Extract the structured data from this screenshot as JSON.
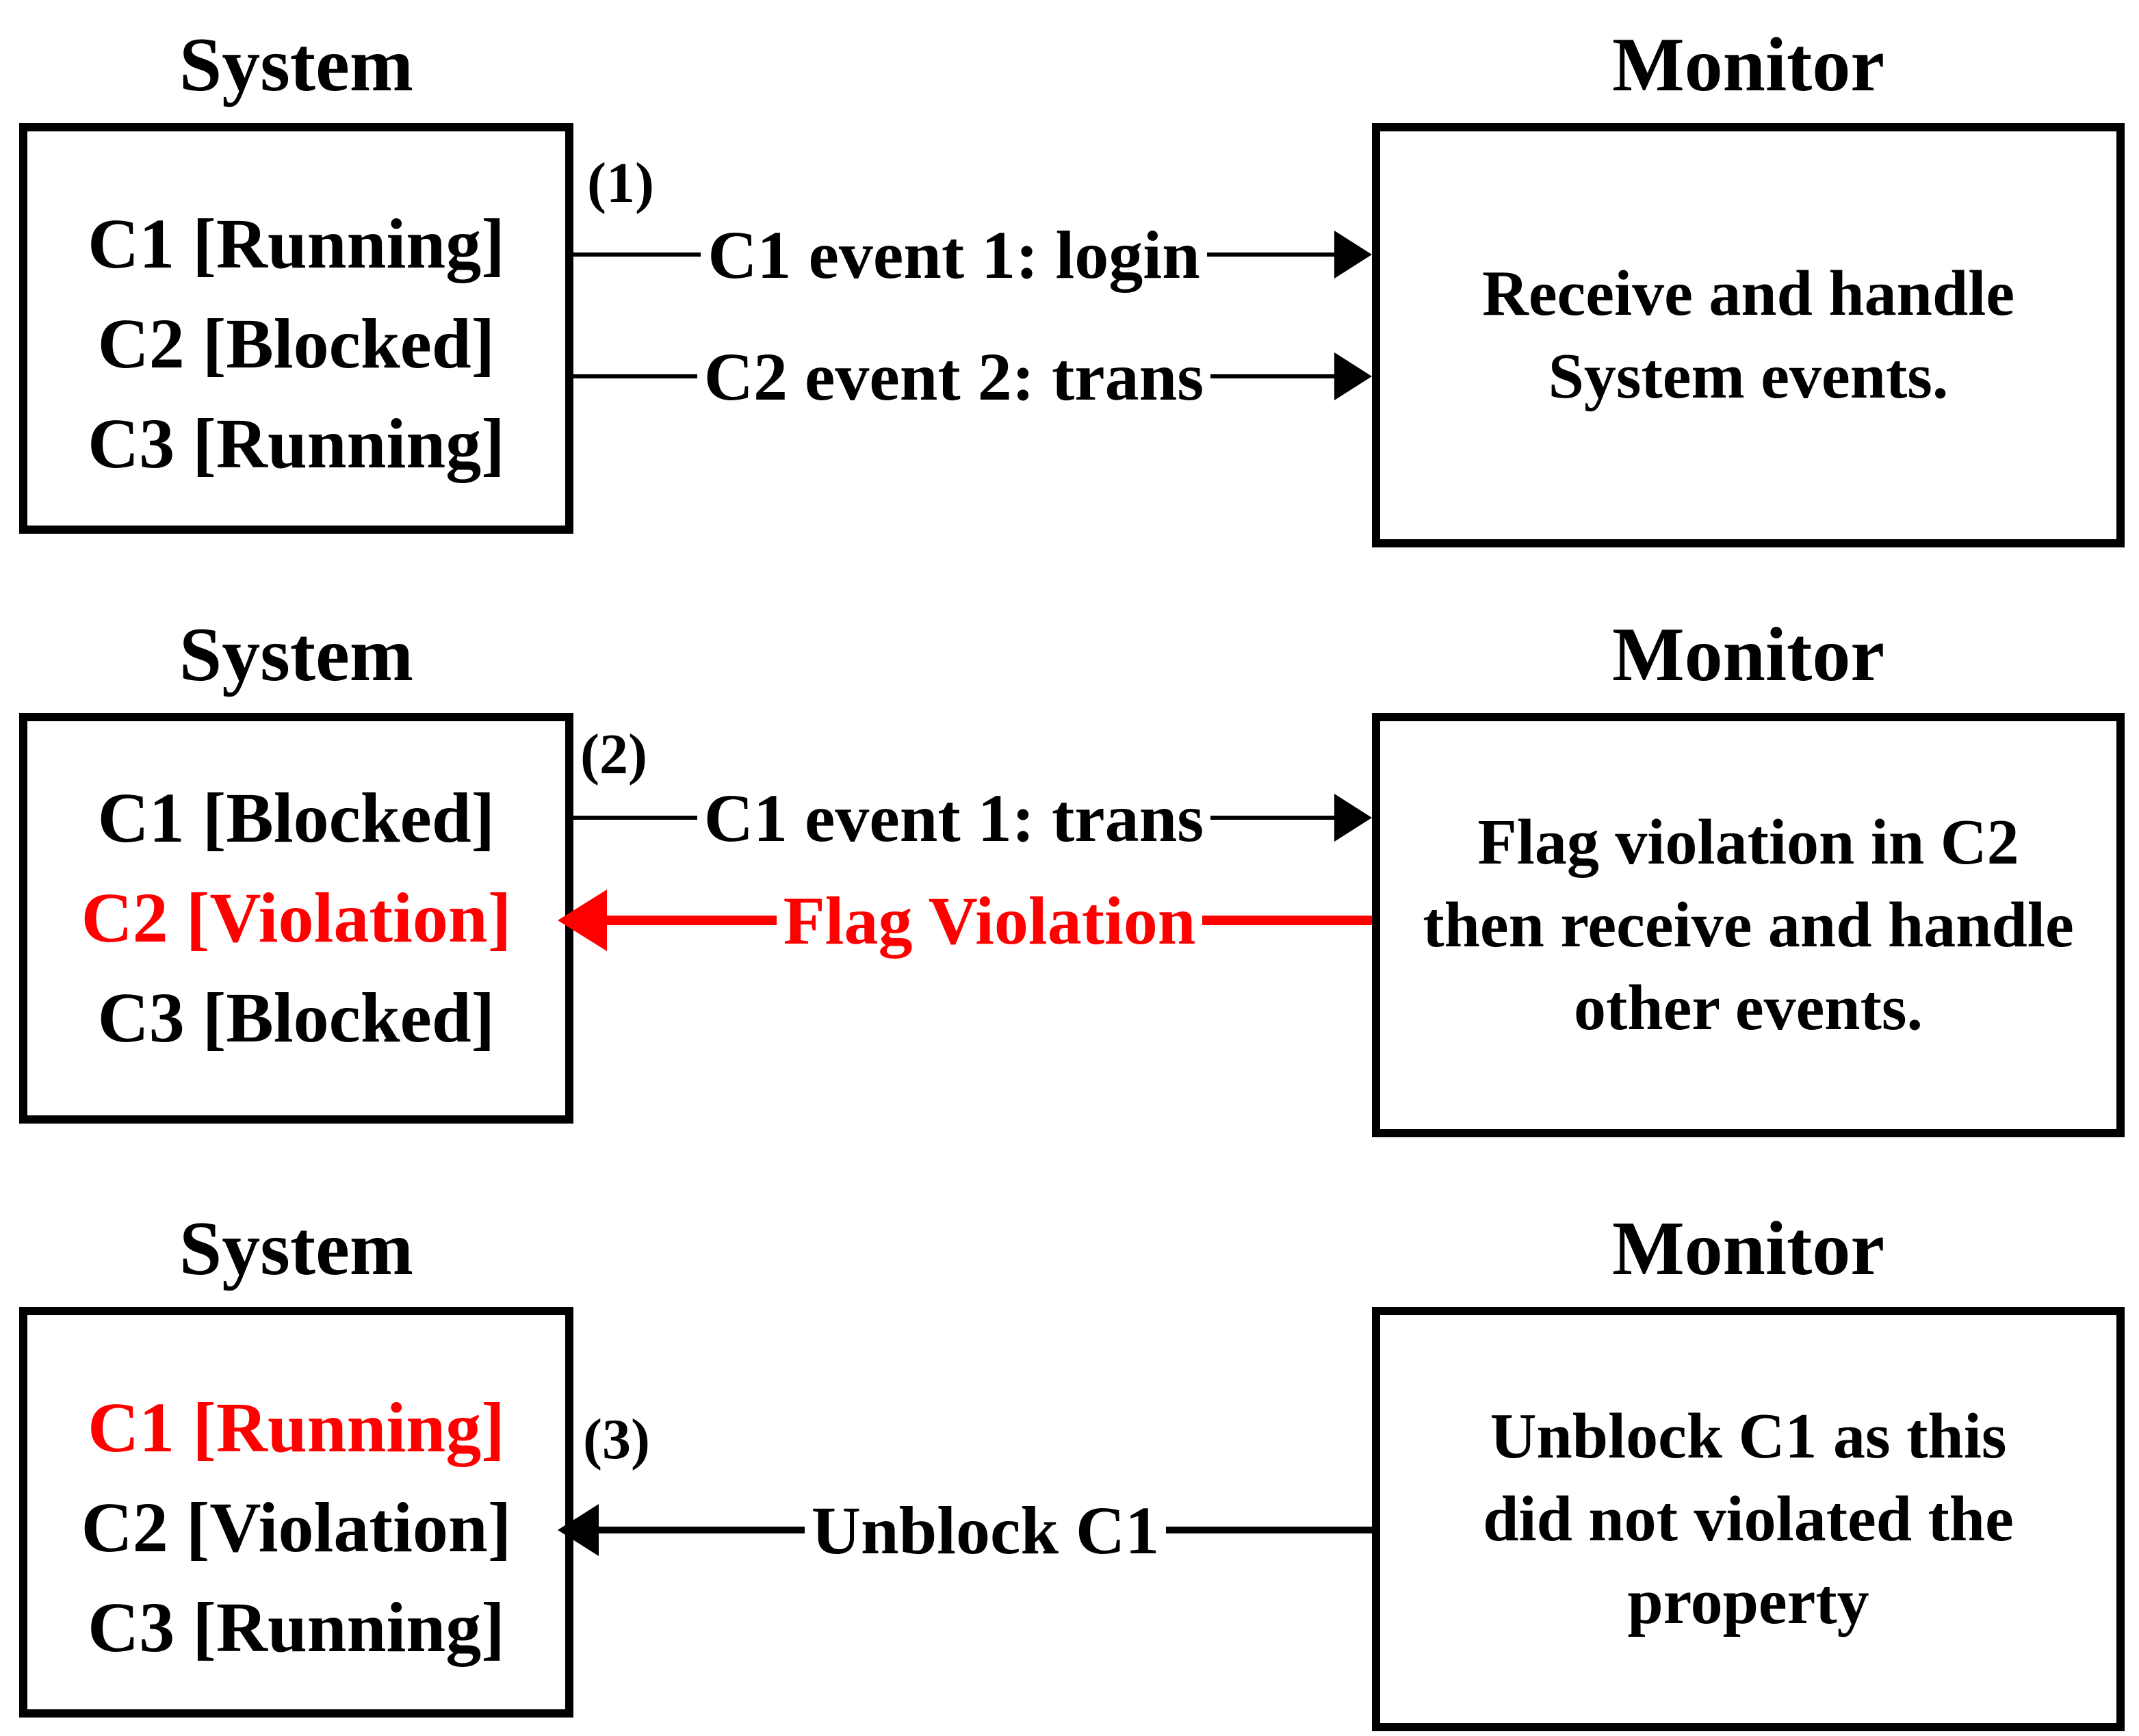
{
  "colors": {
    "black": "#000000",
    "red": "#ff0000"
  },
  "panels": [
    {
      "step_label": "(1)",
      "system": {
        "title": "System",
        "rows": [
          {
            "text": "C1 [Running]",
            "color": "#000000"
          },
          {
            "text": "C2 [Blocked]",
            "color": "#000000"
          },
          {
            "text": "C3 [Running]",
            "color": "#000000"
          }
        ]
      },
      "arrows": [
        {
          "label": "C1 event 1: login",
          "direction": "right",
          "color": "#000000"
        },
        {
          "label": "C2 event 2: trans",
          "direction": "right",
          "color": "#000000"
        }
      ],
      "monitor": {
        "title": "Monitor",
        "lines": [
          "Receive and handle",
          "System events."
        ]
      }
    },
    {
      "step_label": "(2)",
      "system": {
        "title": "System",
        "rows": [
          {
            "text": "C1 [Blocked]",
            "color": "#000000"
          },
          {
            "text": "C2 [Violation]",
            "color": "#ff0000"
          },
          {
            "text": "C3 [Blocked]",
            "color": "#000000"
          }
        ]
      },
      "arrows": [
        {
          "label": "C1 event 1: trans",
          "direction": "right",
          "color": "#000000"
        },
        {
          "label": "Flag Violation",
          "direction": "left",
          "color": "#ff0000"
        }
      ],
      "monitor": {
        "title": "Monitor",
        "lines": [
          "Flag violation in C2",
          "then receive and handle",
          "other events."
        ]
      }
    },
    {
      "step_label": "(3)",
      "system": {
        "title": "System",
        "rows": [
          {
            "text": "C1 [Running]",
            "color": "#ff0000"
          },
          {
            "text": "C2 [Violation]",
            "color": "#000000"
          },
          {
            "text": "C3 [Running]",
            "color": "#000000"
          }
        ]
      },
      "arrows": [
        {
          "label": "Unblock C1",
          "direction": "left",
          "color": "#000000"
        }
      ],
      "monitor": {
        "title": "Monitor",
        "lines": [
          "Unblock C1 as this",
          "did not violated the",
          "property"
        ]
      }
    }
  ]
}
